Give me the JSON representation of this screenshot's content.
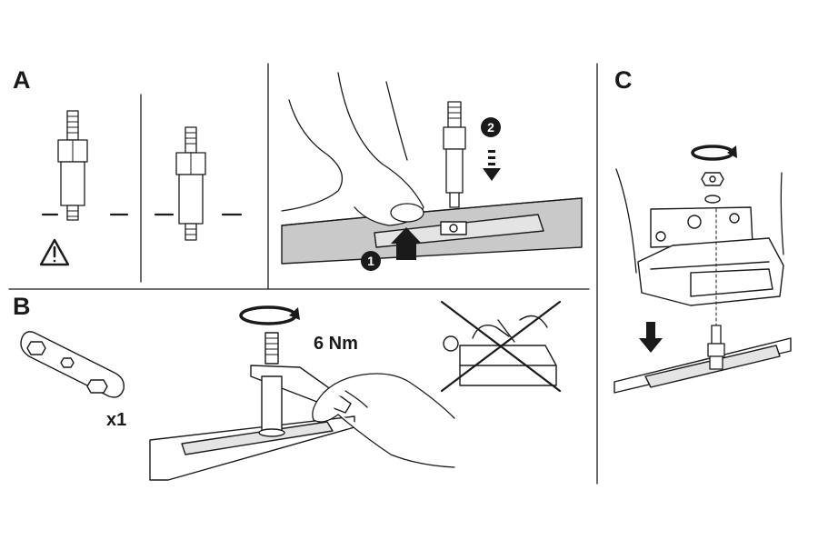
{
  "panels": {
    "a": {
      "label": "A"
    },
    "b": {
      "label": "B"
    },
    "c": {
      "label": "C"
    }
  },
  "steps": {
    "one": "1",
    "two": "2"
  },
  "torque_value": "6 Nm",
  "tool_quantity": "x1",
  "icons": [
    "warning-icon",
    "rotation-arrow-icon",
    "down-arrow-icon",
    "up-arrow-icon",
    "cross-out-icon"
  ],
  "colors": {
    "ink": "#1a1a1a",
    "rail": "#c9c9c9",
    "rail_light": "#e4e4e4",
    "hand": "#ffffff"
  }
}
